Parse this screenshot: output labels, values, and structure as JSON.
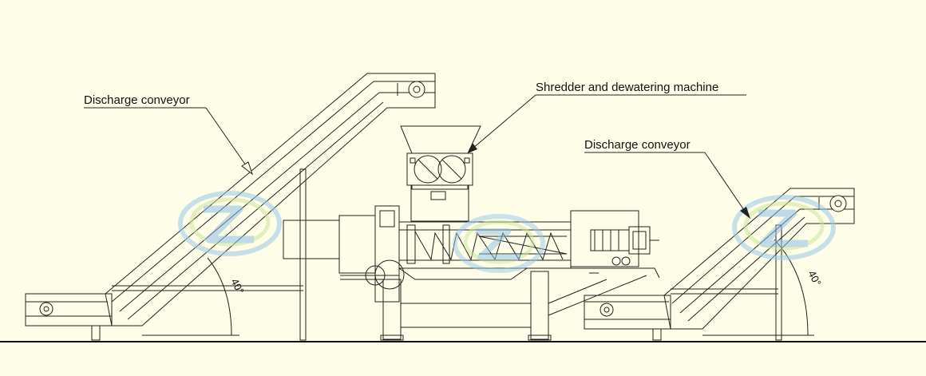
{
  "labels": {
    "left_conveyor": "Discharge conveyor",
    "machine": "Shredder and dewatering machine",
    "right_conveyor": "Discharge conveyor"
  },
  "angles": {
    "left": "40°",
    "right": "40°"
  },
  "watermark": "TZ"
}
